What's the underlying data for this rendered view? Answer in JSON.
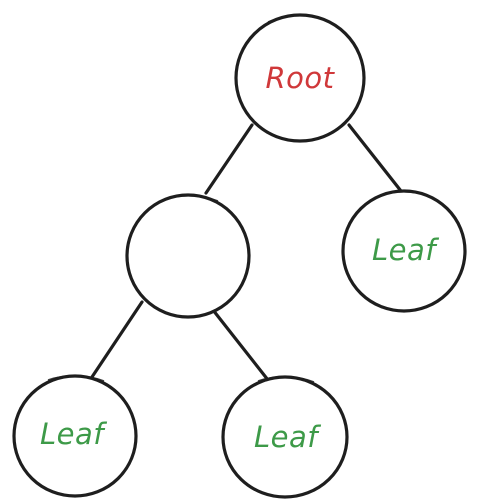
{
  "diagram": {
    "nodes": {
      "root": {
        "label": "Root",
        "color": "#d0383a"
      },
      "inner": {
        "label": ""
      },
      "leaf_right": {
        "label": "Leaf",
        "color": "#3d9a48"
      },
      "leaf_bottom_left": {
        "label": "Leaf",
        "color": "#3d9a48"
      },
      "leaf_bottom_right": {
        "label": "Leaf",
        "color": "#3d9a48"
      }
    },
    "edges": [
      {
        "from": "root",
        "to": "inner"
      },
      {
        "from": "root",
        "to": "leaf_right"
      },
      {
        "from": "inner",
        "to": "leaf_bottom_left"
      },
      {
        "from": "inner",
        "to": "leaf_bottom_right"
      }
    ]
  }
}
